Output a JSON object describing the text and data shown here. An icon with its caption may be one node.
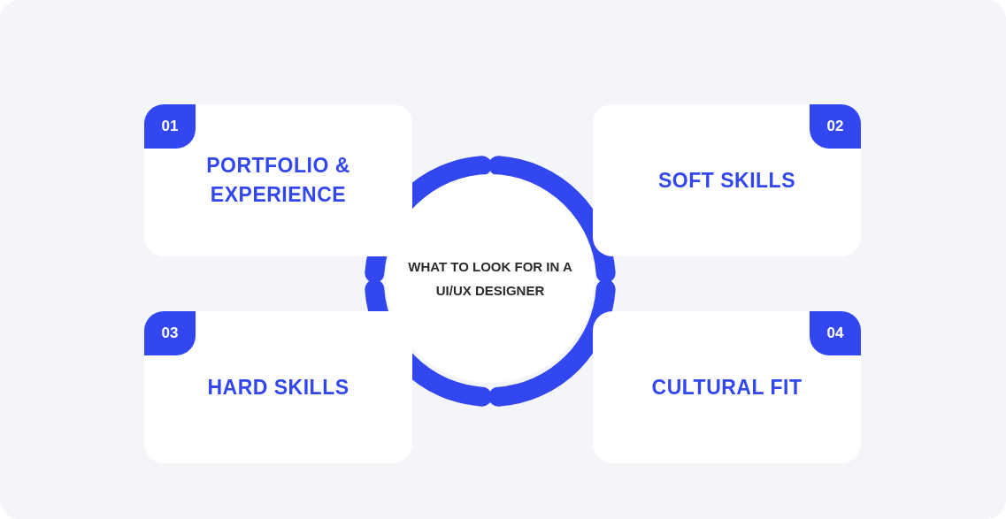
{
  "diagram": {
    "nodes": [
      {
        "text": [
          "PORTFOLIO & EXPERIENCE"
        ]
      },
      {
        "text": [
          "01"
        ],
        "in": 0
      },
      {
        "text": [
          "SOFT SKILLS"
        ]
      },
      {
        "text": [
          "02"
        ],
        "in": 2
      },
      {
        "text": [
          "HARD SKILLS"
        ]
      },
      {
        "text": [
          "03"
        ],
        "in": 4
      },
      {
        "text": [
          "CULTURAL FIT"
        ]
      },
      {
        "text": [
          "04"
        ],
        "in": 6
      },
      {
        "text": [
          "WHAT TO LOOK FOR IN A UI/UX DESIGNER"
        ]
      }
    ],
    "edges": []
  }
}
